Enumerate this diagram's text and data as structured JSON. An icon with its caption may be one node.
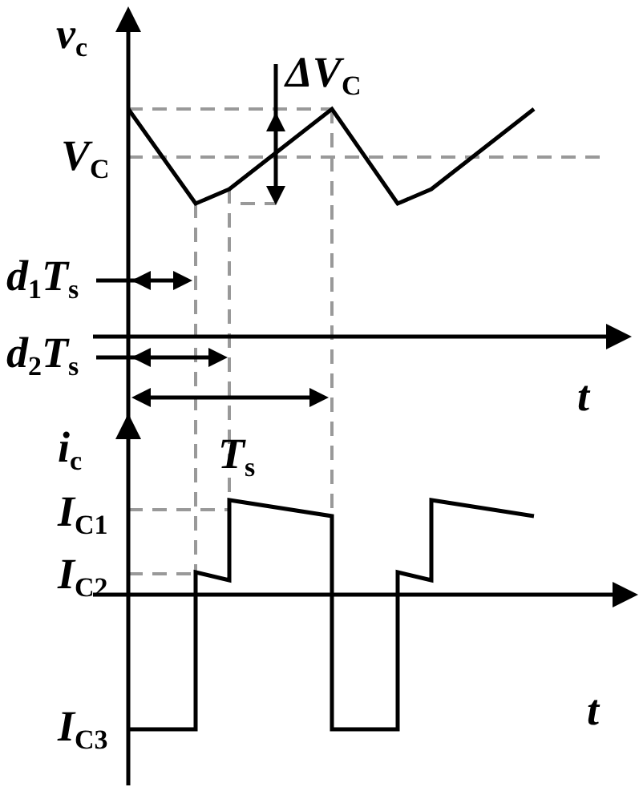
{
  "diagram": {
    "labels": [
      "v$_{c}$",
      "ΔV$_{C}$",
      "V$_{C}$",
      "d$_{1}$T$_{s}$",
      "d$_{2}$T$_{s}$",
      "t",
      "i$_{c}$",
      "T$_{s}$",
      "I$_{C1}$",
      "I$_{C2}$",
      "t",
      "I$_{C3}$"
    ]
  }
}
